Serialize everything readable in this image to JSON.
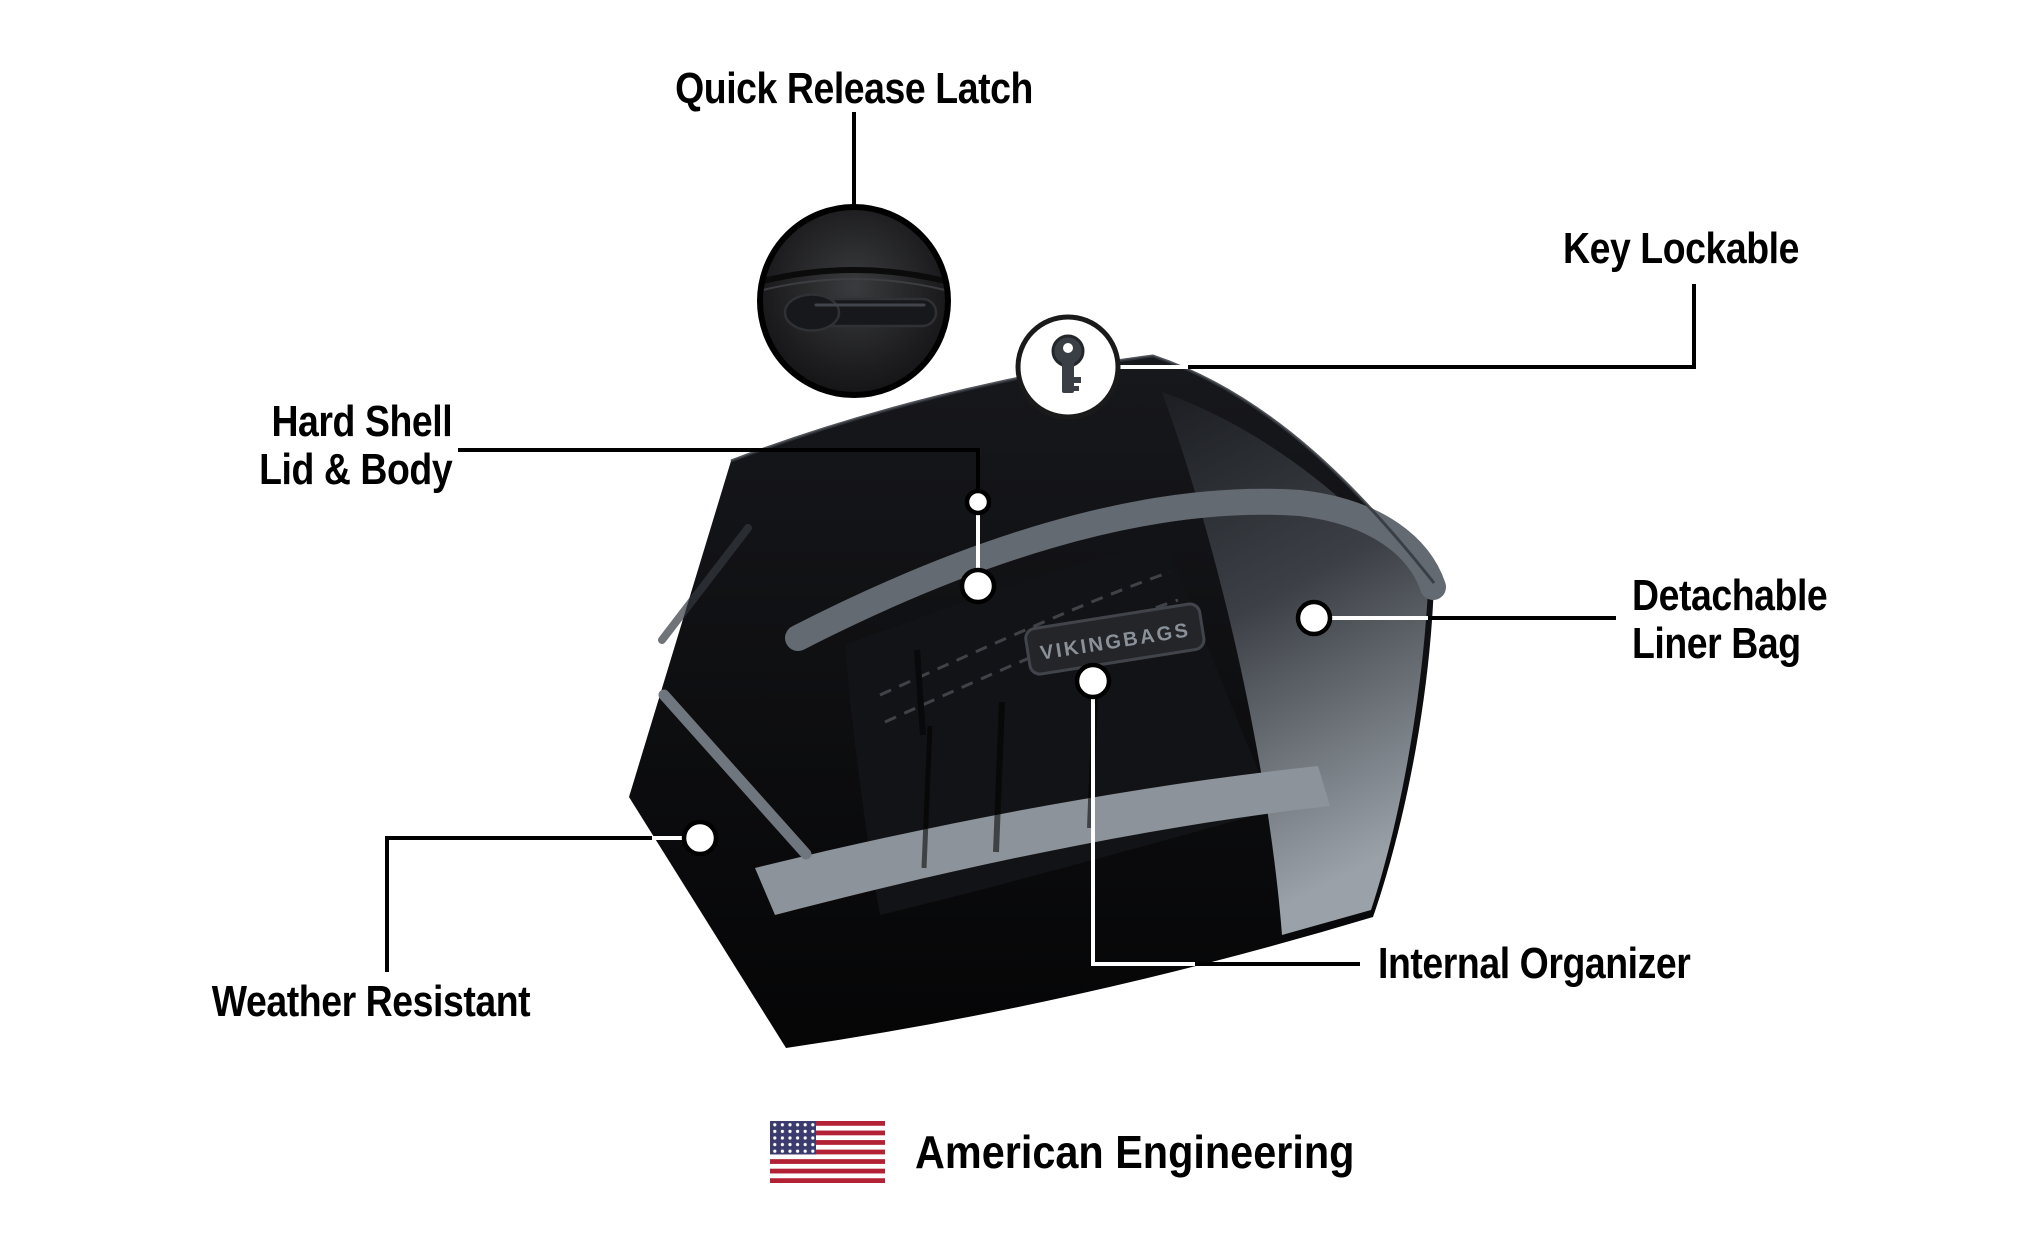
{
  "callouts": {
    "quick_release_latch": "Quick Release Latch",
    "key_lockable": "Key Lockable",
    "hard_shell_line1": "Hard Shell",
    "hard_shell_line2": "Lid & Body",
    "detachable_liner_line1": "Detachable",
    "detachable_liner_line2": "Liner Bag",
    "weather_resistant": "Weather Resistant",
    "internal_organizer": "Internal Organizer"
  },
  "footer": {
    "american_engineering": "American Engineering"
  },
  "bag": {
    "badge_text": "VIKINGBAGS"
  },
  "colors": {
    "background": "#ffffff",
    "callout_line": "#000000",
    "callout_dot_fill": "#ffffff",
    "bag_black": "#0b0b0c",
    "lid_stripe_gray": "#646a71",
    "liner_gray": "#8d939a",
    "glossy_panel_gray": "#7f868d",
    "flag_red": "#b22234",
    "flag_blue": "#3c3b6e"
  }
}
